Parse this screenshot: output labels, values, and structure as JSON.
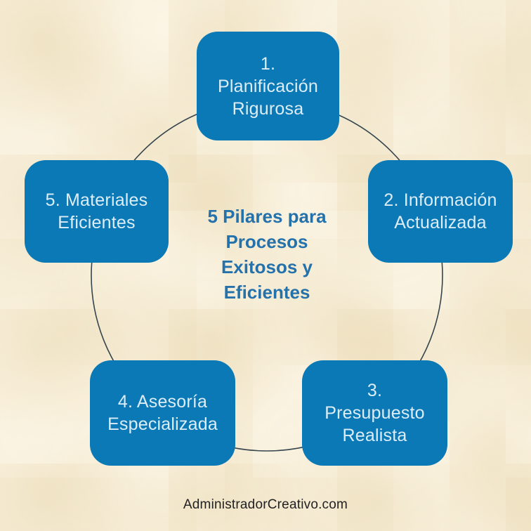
{
  "diagram": {
    "center_title": "5 Pilares para\nProcesos\nExitosos y\nEficientes",
    "pillars": [
      {
        "id": 1,
        "label": "1.\nPlanificación\nRigurosa"
      },
      {
        "id": 2,
        "label": "2. Información\nActualizada"
      },
      {
        "id": 3,
        "label": "3.\nPresupuesto\nRealista"
      },
      {
        "id": 4,
        "label": "4. Asesoría\nEspecializada"
      },
      {
        "id": 5,
        "label": "5. Materiales\nEficientes"
      }
    ],
    "colors": {
      "box_fill": "#0b79b5",
      "box_text": "#dcedf8",
      "center_text": "#2471ab",
      "ring_stroke": "#36454e",
      "background": "#f7eed8",
      "footer_text": "#222222"
    }
  },
  "footer": {
    "credit": "AdministradorCreativo.com"
  }
}
